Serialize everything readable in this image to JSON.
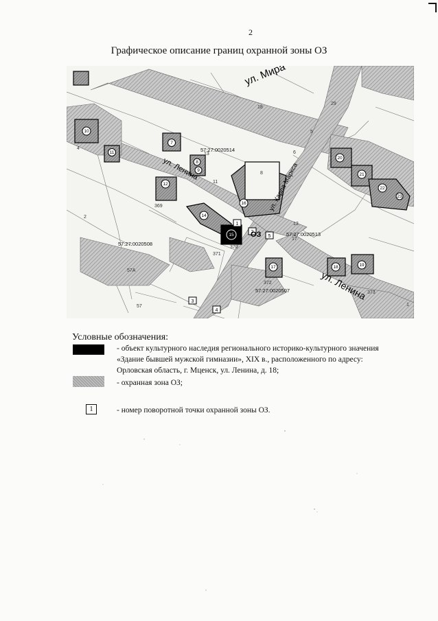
{
  "page": {
    "number": "2",
    "title": "Графическое описание границ охранной зоны ОЗ"
  },
  "map": {
    "streets": {
      "mira": "ул. Мира",
      "lenina_upper": "ул. Ленина",
      "lenina_lower": "ул. Ленина",
      "karla_marksa": "ул. Карла Маркса"
    },
    "zone_label": "ОЗ",
    "cadastral": [
      "57:27:0020508",
      "57:27:0020513",
      "57:27:0020507",
      "57:27:0020514"
    ],
    "turn_points": [
      "1",
      "2",
      "3",
      "4",
      "5"
    ],
    "objects": [
      "10",
      "11",
      "7",
      "8",
      "9",
      "12",
      "14",
      "15",
      "16",
      "17",
      "18",
      "19",
      "20",
      "21",
      "22",
      "23"
    ],
    "lot_numbers": [
      "29",
      "18",
      "13",
      "11",
      "8",
      "6",
      "5",
      "17",
      "13",
      "57A",
      "57",
      "369",
      "370",
      "371",
      "372",
      "373",
      "2",
      "4",
      "1"
    ]
  },
  "legend": {
    "title": "Условные обозначения:",
    "items": [
      {
        "lines": [
          "- объект культурного наследия регионального историко-культурного значения",
          "«Здание бывшей мужской гимназии», XIX в., расположенного по адресу:",
          "Орловская область, г. Мценск, ул. Ленина, д. 18;"
        ]
      },
      {
        "lines": [
          "- охранная зона ОЗ;"
        ]
      },
      {
        "symbol": "1",
        "lines": [
          "- номер поворотной точки охранной зоны ОЗ."
        ]
      }
    ]
  }
}
